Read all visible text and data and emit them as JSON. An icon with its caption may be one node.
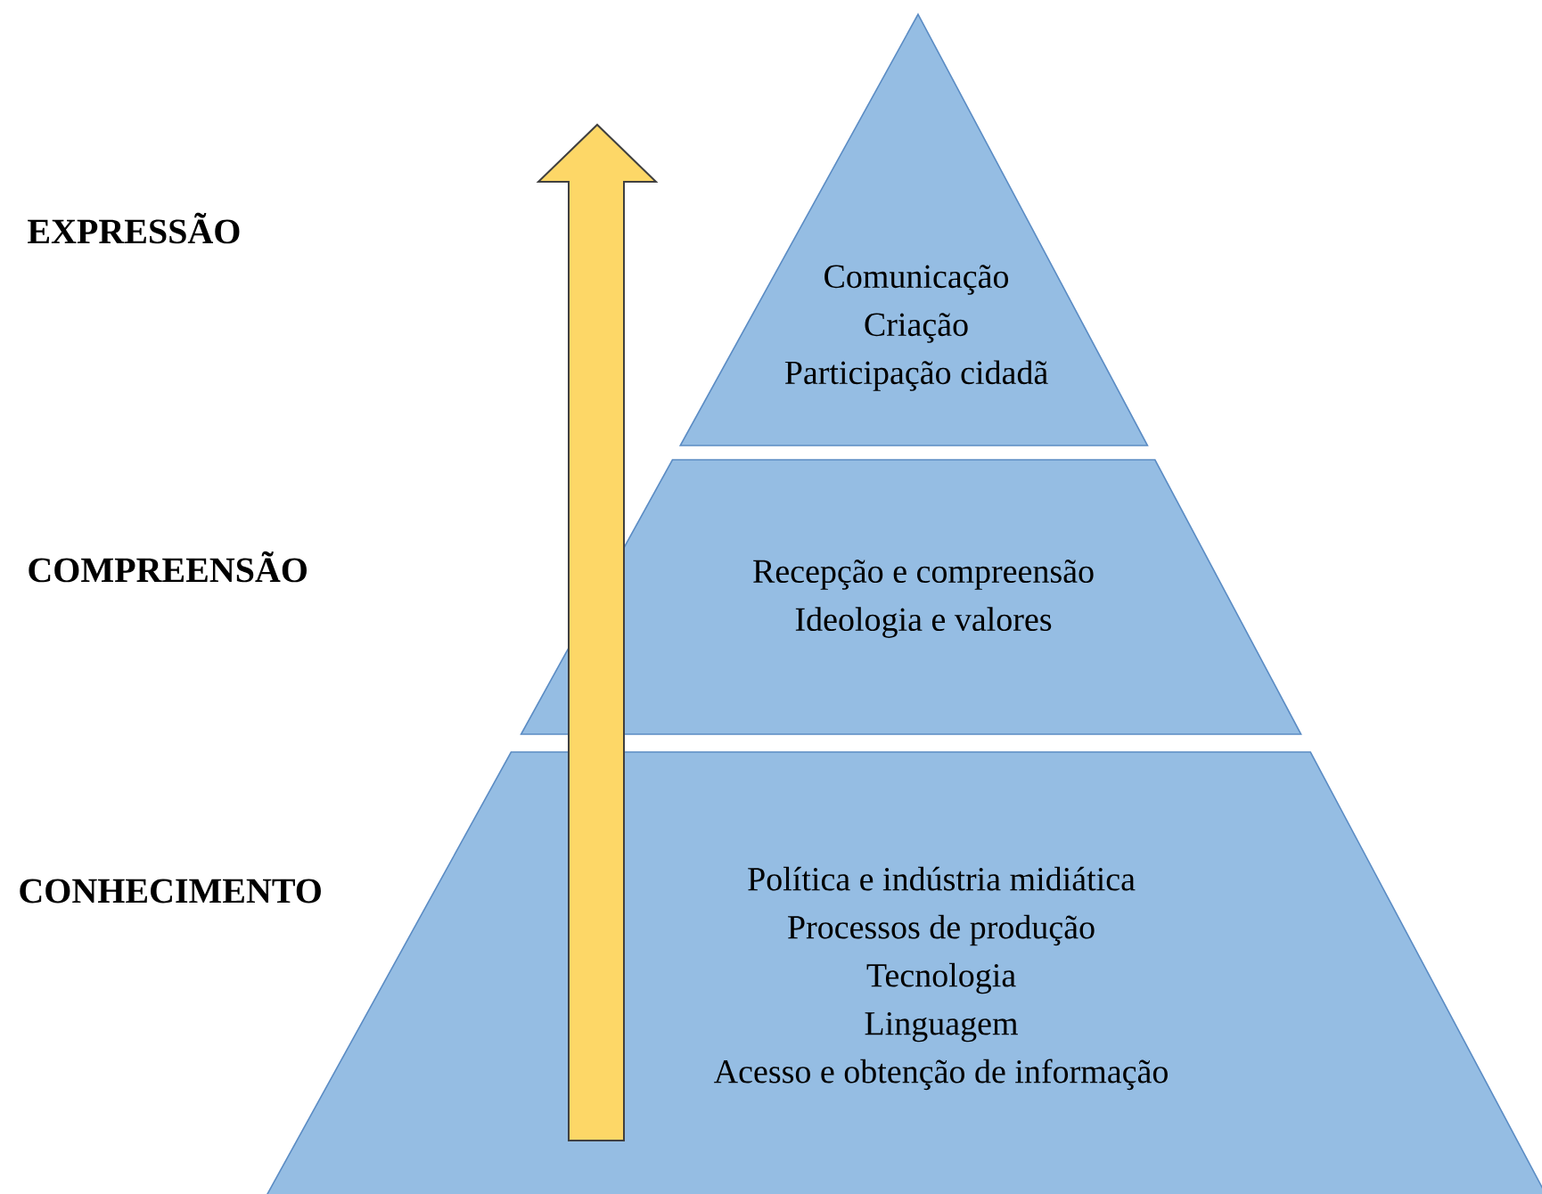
{
  "diagram": {
    "nodes": [
      {
        "text": [
          "Comunicação",
          "Criação",
          "Participação cidadã"
        ]
      },
      {
        "text": [
          "Recepção e compreensão",
          "Ideologia e valores"
        ]
      },
      {
        "text": [
          "Política e indústria midiática",
          "Processos de produção",
          "Tecnologia",
          "Linguagem",
          "Acesso e obtenção de informação"
        ]
      }
    ],
    "labels": [
      "EXPRESSÃO",
      "COMPREENSÃO",
      "CONHECIMENTO"
    ]
  }
}
